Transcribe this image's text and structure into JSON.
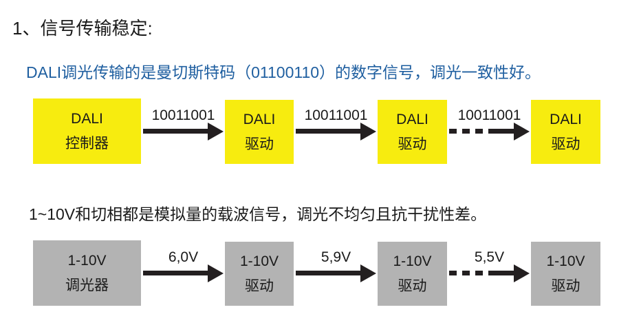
{
  "slide": {
    "background": "#ffffff",
    "heading": "1、信号传输稳定:",
    "accent_blue": "#1f5fa0",
    "node_yellow": "#f7ec0f",
    "node_gray": "#b3b3b3",
    "arrow_color": "#231f20"
  },
  "dali_section": {
    "description": "DALI调光传输的是曼切斯特码（01100110）的数字信号，调光一致性好。",
    "nodes": [
      {
        "line1": "DALI",
        "line2": "控制器"
      },
      {
        "line1": "DALI",
        "line2": "驱动"
      },
      {
        "line1": "DALI",
        "line2": "驱动"
      },
      {
        "line1": "DALI",
        "line2": "驱动"
      }
    ],
    "arrows": [
      {
        "label": "10011001",
        "style": "solid"
      },
      {
        "label": "10011001",
        "style": "solid"
      },
      {
        "label": "10011001",
        "style": "dashed"
      }
    ]
  },
  "analog_section": {
    "description": "1~10V和切相都是模拟量的载波信号，调光不均匀且抗干扰性差。",
    "nodes": [
      {
        "line1": "1-10V",
        "line2": "调光器"
      },
      {
        "line1": "1-10V",
        "line2": "驱动"
      },
      {
        "line1": "1-10V",
        "line2": "驱动"
      },
      {
        "line1": "1-10V",
        "line2": "驱动"
      }
    ],
    "arrows": [
      {
        "label": "6,0V",
        "style": "solid"
      },
      {
        "label": "5,9V",
        "style": "solid"
      },
      {
        "label": "5,5V",
        "style": "dashed"
      }
    ]
  }
}
